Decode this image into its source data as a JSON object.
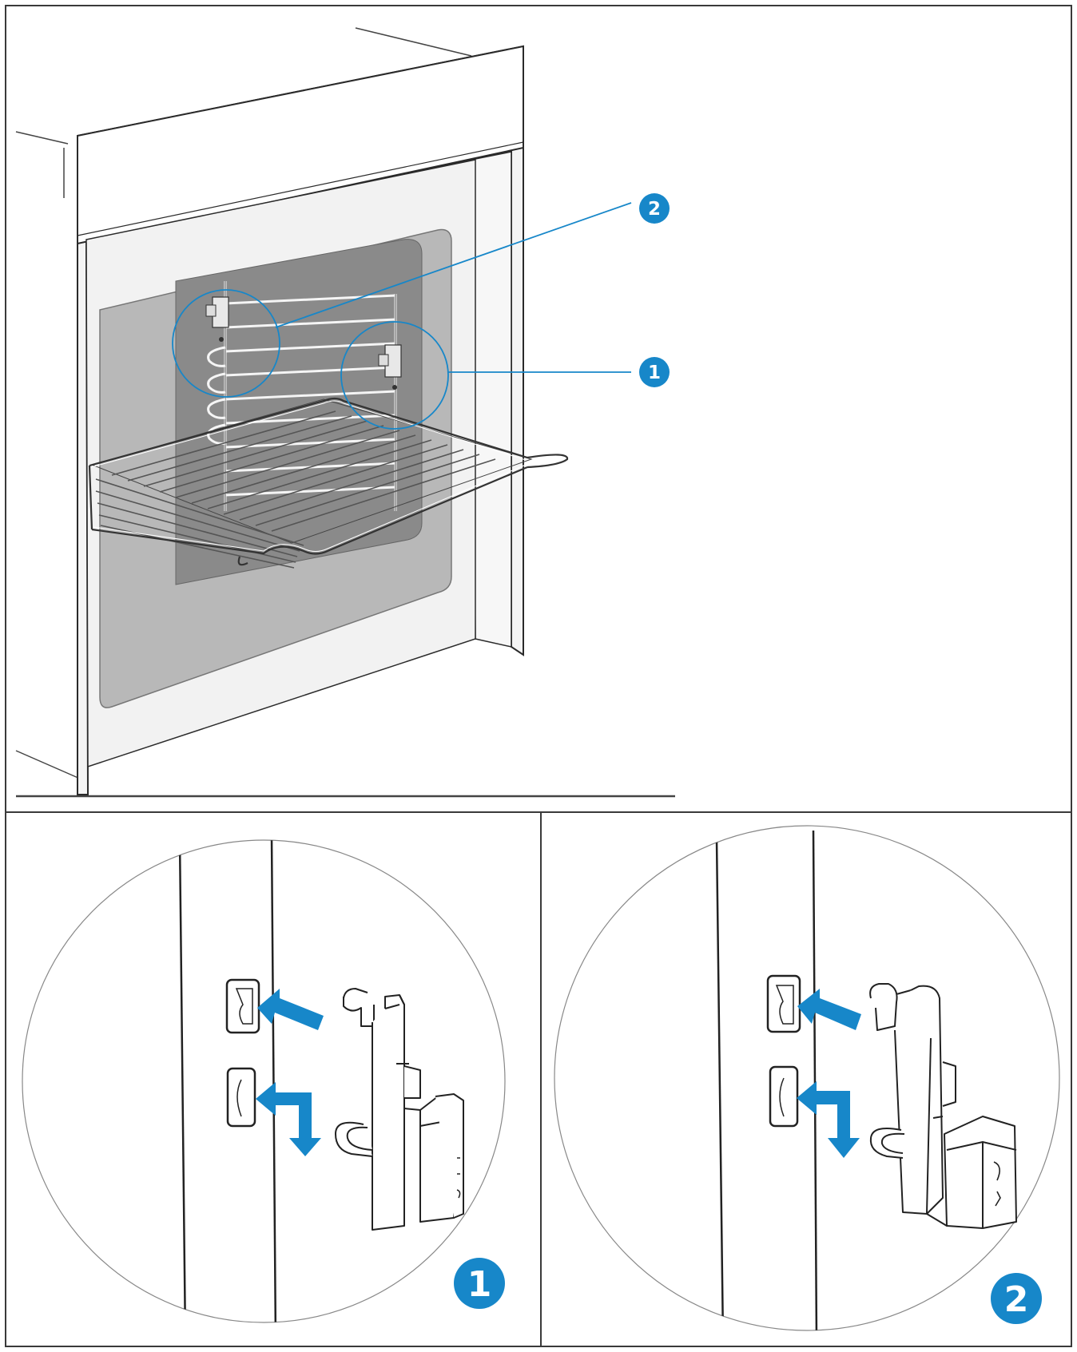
{
  "callouts": {
    "top_one": "1",
    "top_two": "2",
    "detail_one": "1",
    "detail_two": "2"
  },
  "colors": {
    "accent": "#1787c9",
    "cavity": "#b8b8b8",
    "cavity_dark": "#8a8a8a",
    "line": "#2a2a2a",
    "frame": "#3a3a3a"
  }
}
